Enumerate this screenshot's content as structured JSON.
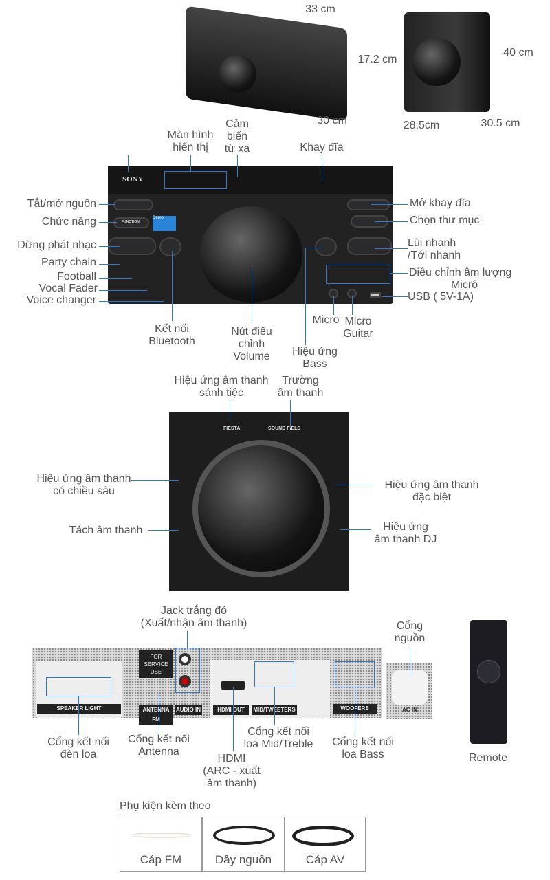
{
  "dimensions": {
    "unit_width": "33 cm",
    "unit_height": "17.2 cm",
    "unit_depth": "30 cm",
    "speaker_height": "40 cm",
    "speaker_width": "28.5cm",
    "speaker_depth": "30.5 cm"
  },
  "front": {
    "brand": "SONY",
    "function_btn": "FUNCTION",
    "demo": "Demo",
    "labels": {
      "display": "Màn hình\nhiển thị",
      "sensor": "Cảm\nbiến\ntừ xa",
      "tray": "Khay đĩa",
      "power": "Tắt/mở nguồn",
      "function": "Chức năng",
      "stop": "Dừng phát nhạc",
      "party": "Party chain",
      "football": "Football",
      "vocal": "Vocal Fader",
      "voice": "Voice changer",
      "open_tray": "Mở  khay đĩa",
      "folder": "Chọn thư mục",
      "seek": "Lùi nhanh\n/Tới nhanh",
      "mic_level": "Điều chỉnh âm lượng",
      "mic_level2": "Micrô",
      "usb": "USB ( 5V-1A)",
      "bluetooth": "Kết nối\nBluetooth",
      "volume": "Nút điều\nchỉnh\nVolume",
      "mic": "Micro",
      "mic_guitar": "Micro\nGuitar",
      "bass": "Hiệu ứng\nBass"
    }
  },
  "knob": {
    "fiesta_btn": "FIESTA",
    "sound_field_btn": "SOUND FIELD",
    "labels": {
      "fiesta": "Hiệu ứng âm thanh\nsảnh tiệc",
      "sound_field": "Trường\nâm thanh",
      "flanger": "Hiệu ứng âm thanh\ncó chiều sâu",
      "isolator": "Tách âm thanh",
      "special": "Hiệu ứng âm thanh\nđặc biệt",
      "dj": "Hiệu ứng\nâm thanh DJ"
    }
  },
  "rear": {
    "panel": {
      "speaker_light": "SPEAKER LIGHT",
      "service": "FOR\nSERVICE\nUSE",
      "antenna": "ANTENNA FM",
      "audio_in": "AUDIO IN",
      "hdmi_out": "HDMI OUT",
      "mid": "MID/TWEETERS",
      "woofers": "WOOFERS",
      "ac_in": "AC IN"
    },
    "labels": {
      "rca": "Jack trắng đỏ\n(Xuất/nhận âm thanh)",
      "power": "Cổng\nnguồn",
      "light": "Cổng kết nối\nđèn loa",
      "antenna": "Cổng kết nối\nAntenna",
      "hdmi": "HDMI\n(ARC - xuất\nâm thanh)",
      "mid": "Cổng kết nối\nloa Mid/Treble",
      "bass": "Cổng kết nối\nloa Bass",
      "remote": "Remote"
    }
  },
  "accessories": {
    "title": "Phụ kiện kèm theo",
    "items": [
      "Cáp FM",
      "Dây nguồn",
      "Cáp AV"
    ]
  },
  "colors": {
    "callout": "#2a7ad4",
    "label": "#555555"
  }
}
